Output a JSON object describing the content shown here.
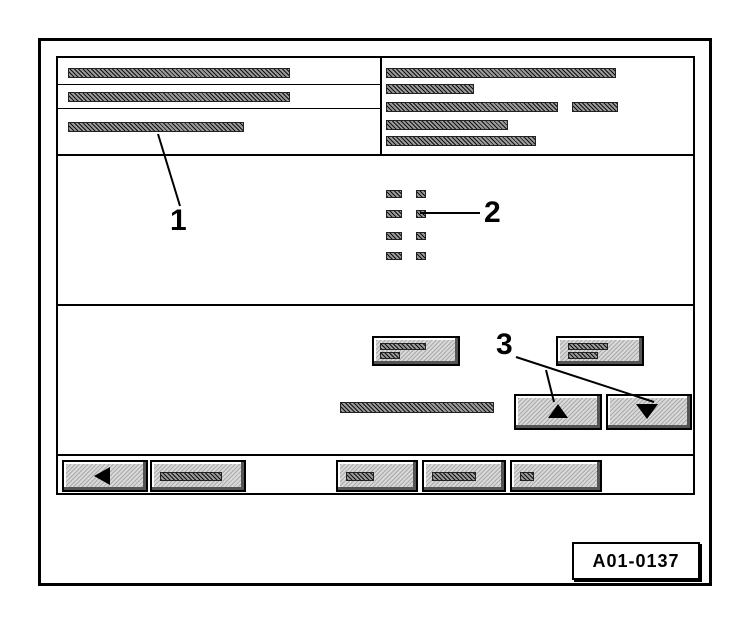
{
  "callouts": {
    "one": "1",
    "two": "2",
    "three": "3"
  },
  "reference_code": "A01-0137",
  "icons": {
    "scroll_up": "triangle-up",
    "scroll_down": "triangle-down",
    "back": "triangle-left"
  }
}
